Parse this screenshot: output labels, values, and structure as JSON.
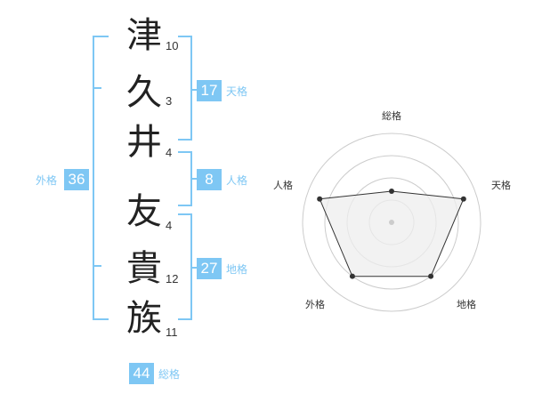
{
  "name": {
    "chars": [
      "津",
      "久",
      "井",
      "友",
      "貴",
      "族"
    ],
    "strokes": [
      "10",
      "3",
      "4",
      "4",
      "12",
      "11"
    ]
  },
  "kakusu": {
    "tenkaku": {
      "value": "17",
      "label": "天格"
    },
    "jinkaku": {
      "value": "8",
      "label": "人格"
    },
    "chikaku": {
      "value": "27",
      "label": "地格"
    },
    "gaikaku": {
      "value": "36",
      "label": "外格"
    },
    "soukaku": {
      "value": "44",
      "label": "総格"
    }
  },
  "chart_data": {
    "type": "radar",
    "axes": [
      "総格",
      "天格",
      "地格",
      "外格",
      "人格"
    ],
    "values": [
      0.35,
      0.85,
      0.75,
      0.75,
      0.85
    ],
    "rings": 4,
    "colors": {
      "fill": "#eeeeee",
      "stroke": "#333333",
      "grid": "#cccccc",
      "accent": "#7ec7f4"
    }
  }
}
